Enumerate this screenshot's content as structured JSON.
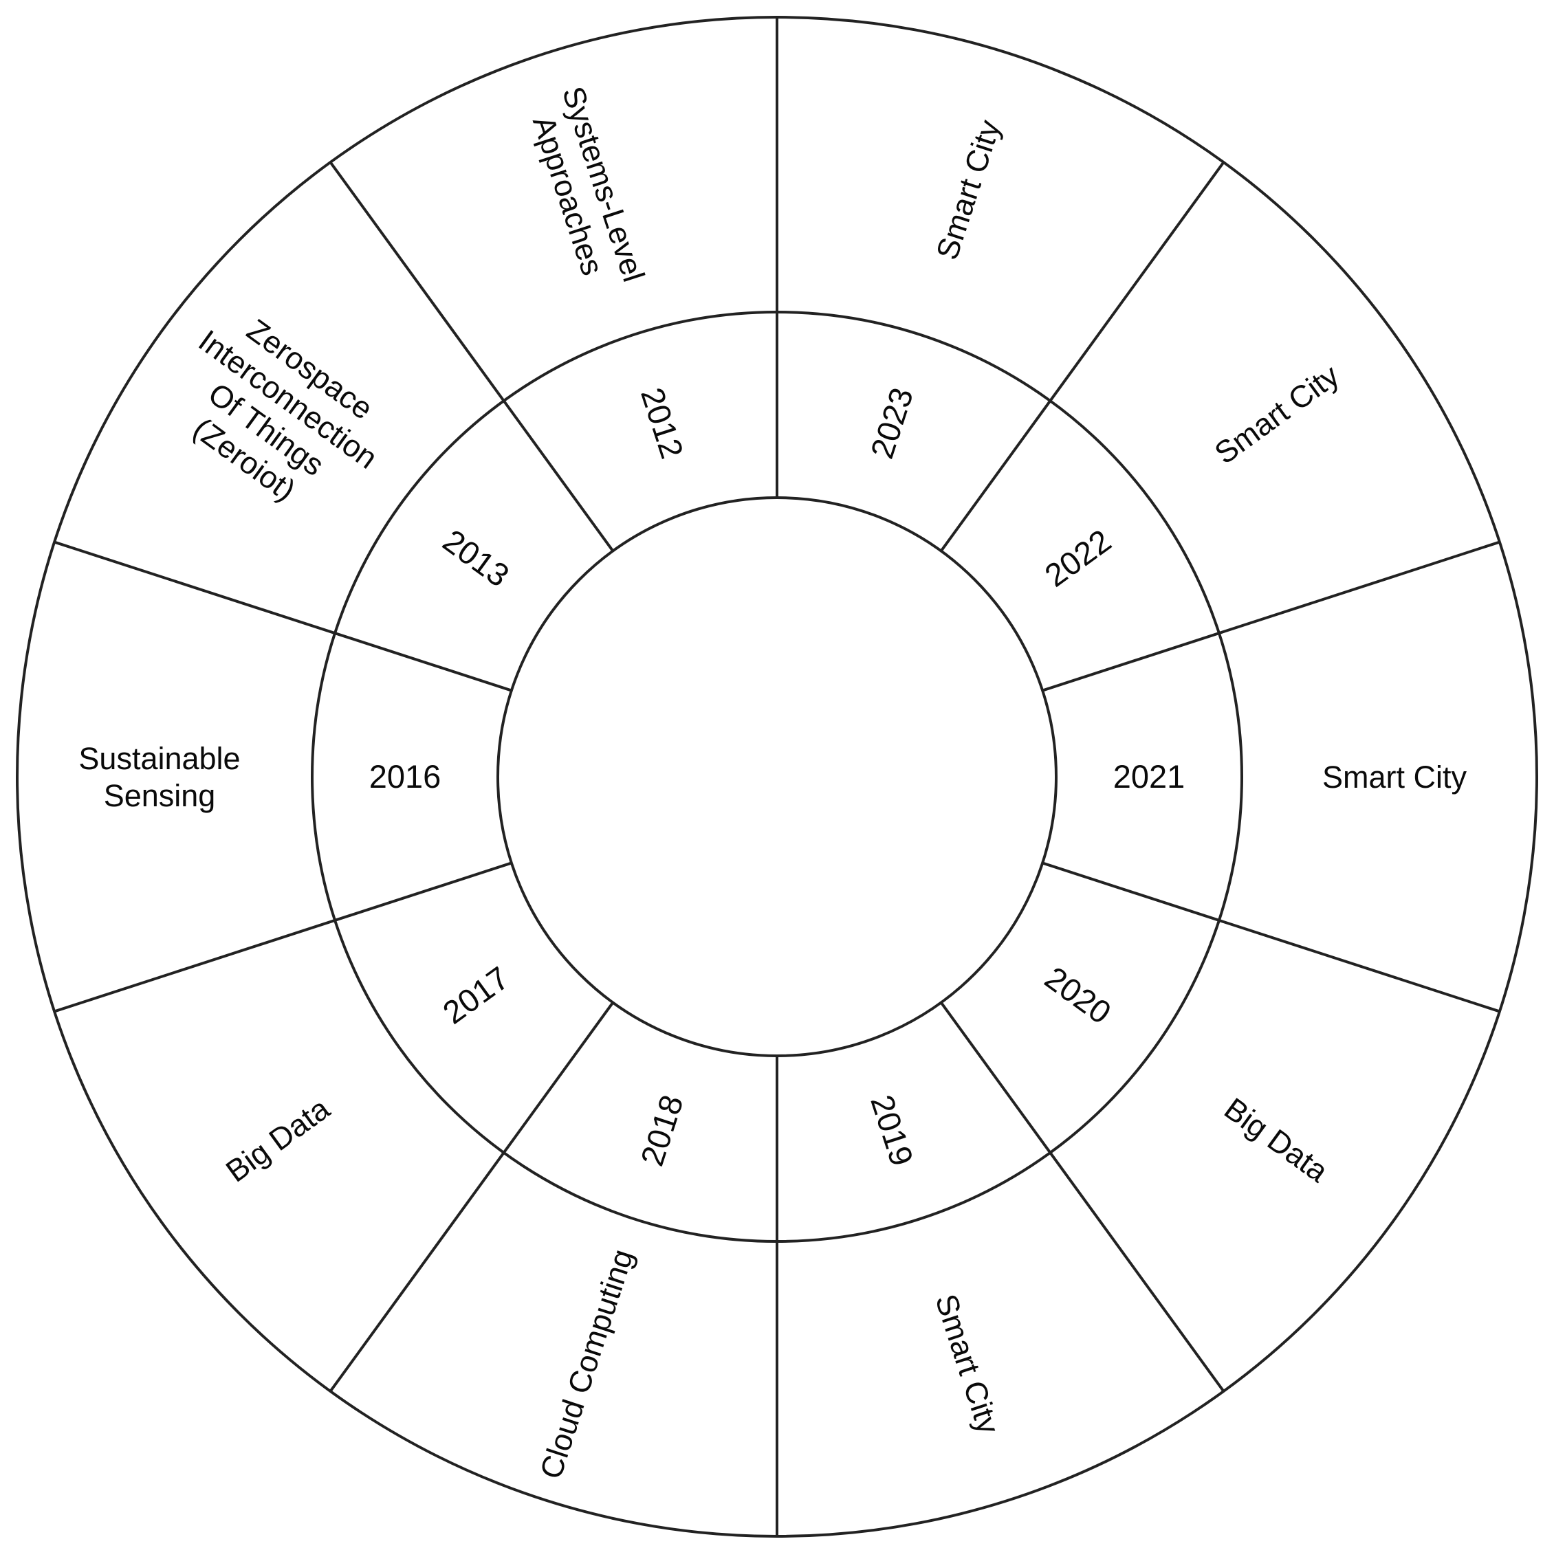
{
  "figure": {
    "background": "#ffffff",
    "stroke_color": "#222222",
    "text_color": "#0a0a0a"
  },
  "chart_data": {
    "type": "sunburst",
    "layout": "two-ring radial wheel, white hub, equal 36-degree segments, clockwise from top",
    "rotation": "clockwise",
    "start_angle_deg": 0,
    "segment_angle_deg": 36,
    "rings": [
      {
        "id": "years",
        "position": "inner"
      },
      {
        "id": "topics",
        "position": "outer"
      }
    ],
    "segments": [
      {
        "year": "2023",
        "topic": "Smart City",
        "topic_lines": [
          "Smart City"
        ]
      },
      {
        "year": "2022",
        "topic": "Smart City",
        "topic_lines": [
          "Smart City"
        ]
      },
      {
        "year": "2021",
        "topic": "Smart City",
        "topic_lines": [
          "Smart City"
        ]
      },
      {
        "year": "2020",
        "topic": "Big Data",
        "topic_lines": [
          "Big Data"
        ]
      },
      {
        "year": "2019",
        "topic": "Smart City",
        "topic_lines": [
          "Smart City"
        ]
      },
      {
        "year": "2018",
        "topic": "Cloud Computing",
        "topic_lines": [
          "Cloud Computing"
        ]
      },
      {
        "year": "2017",
        "topic": "Big Data",
        "topic_lines": [
          "Big Data"
        ]
      },
      {
        "year": "2016",
        "topic": "Sustainable Sensing",
        "topic_lines": [
          "Sustainable",
          "Sensing"
        ]
      },
      {
        "year": "2013",
        "topic": "Zerospace Interconnection Of Things (Zeroiot)",
        "topic_lines": [
          "Zerospace",
          "Interconnection",
          "Of Things",
          "(Zeroiot)"
        ]
      },
      {
        "year": "2012",
        "topic": "Systems-Level Approaches",
        "topic_lines": [
          "Systems-Level",
          "Approaches"
        ]
      }
    ]
  }
}
